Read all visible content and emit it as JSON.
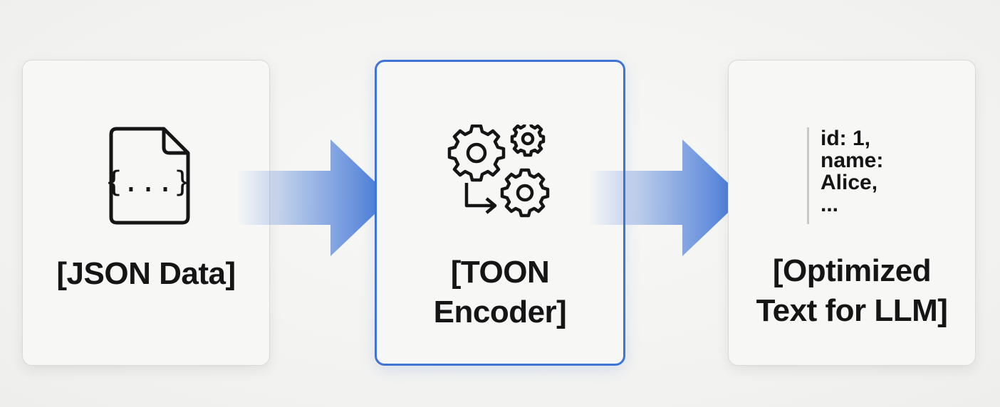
{
  "diagram": {
    "steps": [
      {
        "label": "[JSON Data]",
        "icon": "json-file-icon"
      },
      {
        "label_lines": [
          "[TOON",
          "Encoder]"
        ],
        "icon": "gears-icon"
      },
      {
        "label_lines": [
          "[Optimized",
          "Text for LLM]"
        ],
        "snippet": [
          "id: 1,",
          "name:",
          "Alice,",
          "..."
        ]
      }
    ],
    "doc_glyph": "{...}",
    "arrow_color": "#3f74d6",
    "highlight_color": "#3f74d6"
  }
}
